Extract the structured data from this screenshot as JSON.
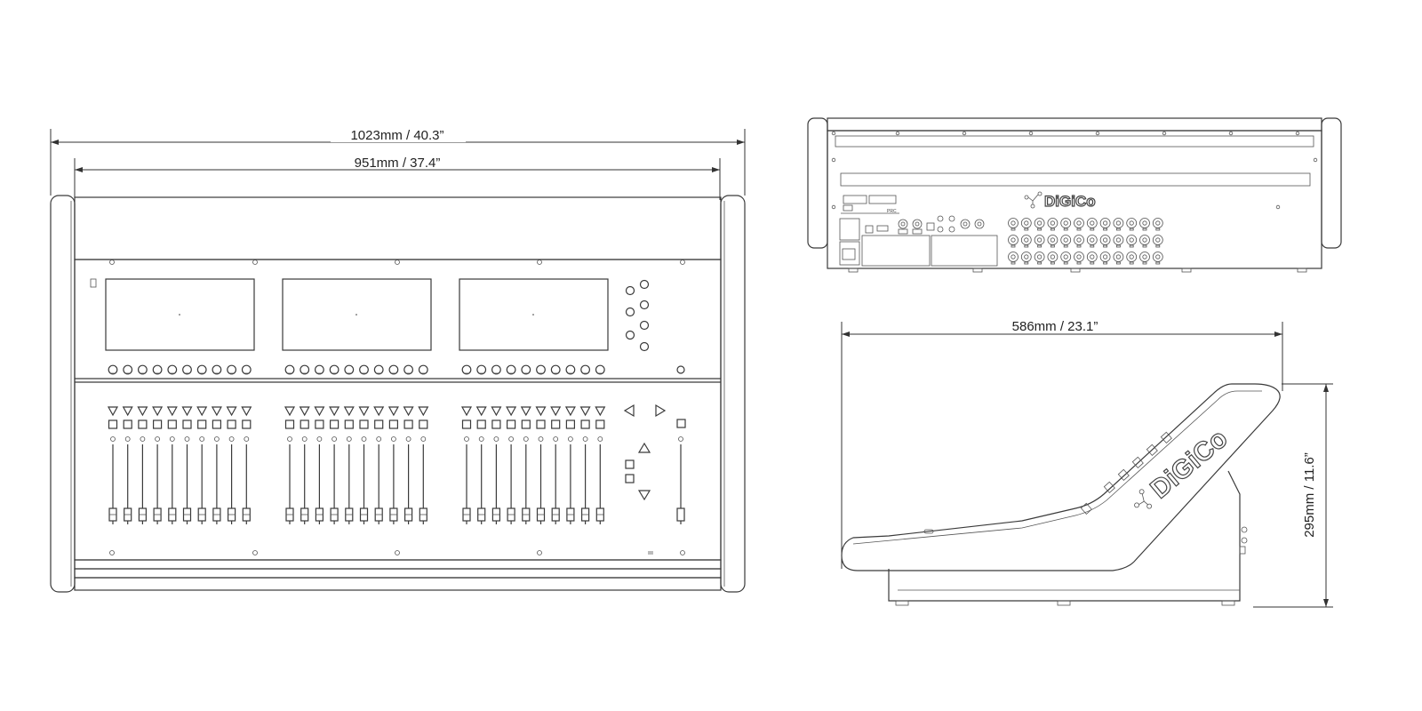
{
  "dimensions": {
    "front_overall_width": "1023mm / 40.3”",
    "front_inner_width": "951mm / 37.4”",
    "side_depth": "586mm / 23.1”",
    "side_height": "295mm / 11.6”"
  },
  "brand": {
    "rear_logo": "DiGiCo",
    "side_logo": "DiGiCo"
  },
  "rear_panel": {
    "label": "PRC"
  },
  "front_panel": {
    "screens": 3,
    "faders_per_bank": 10,
    "banks": 3
  }
}
